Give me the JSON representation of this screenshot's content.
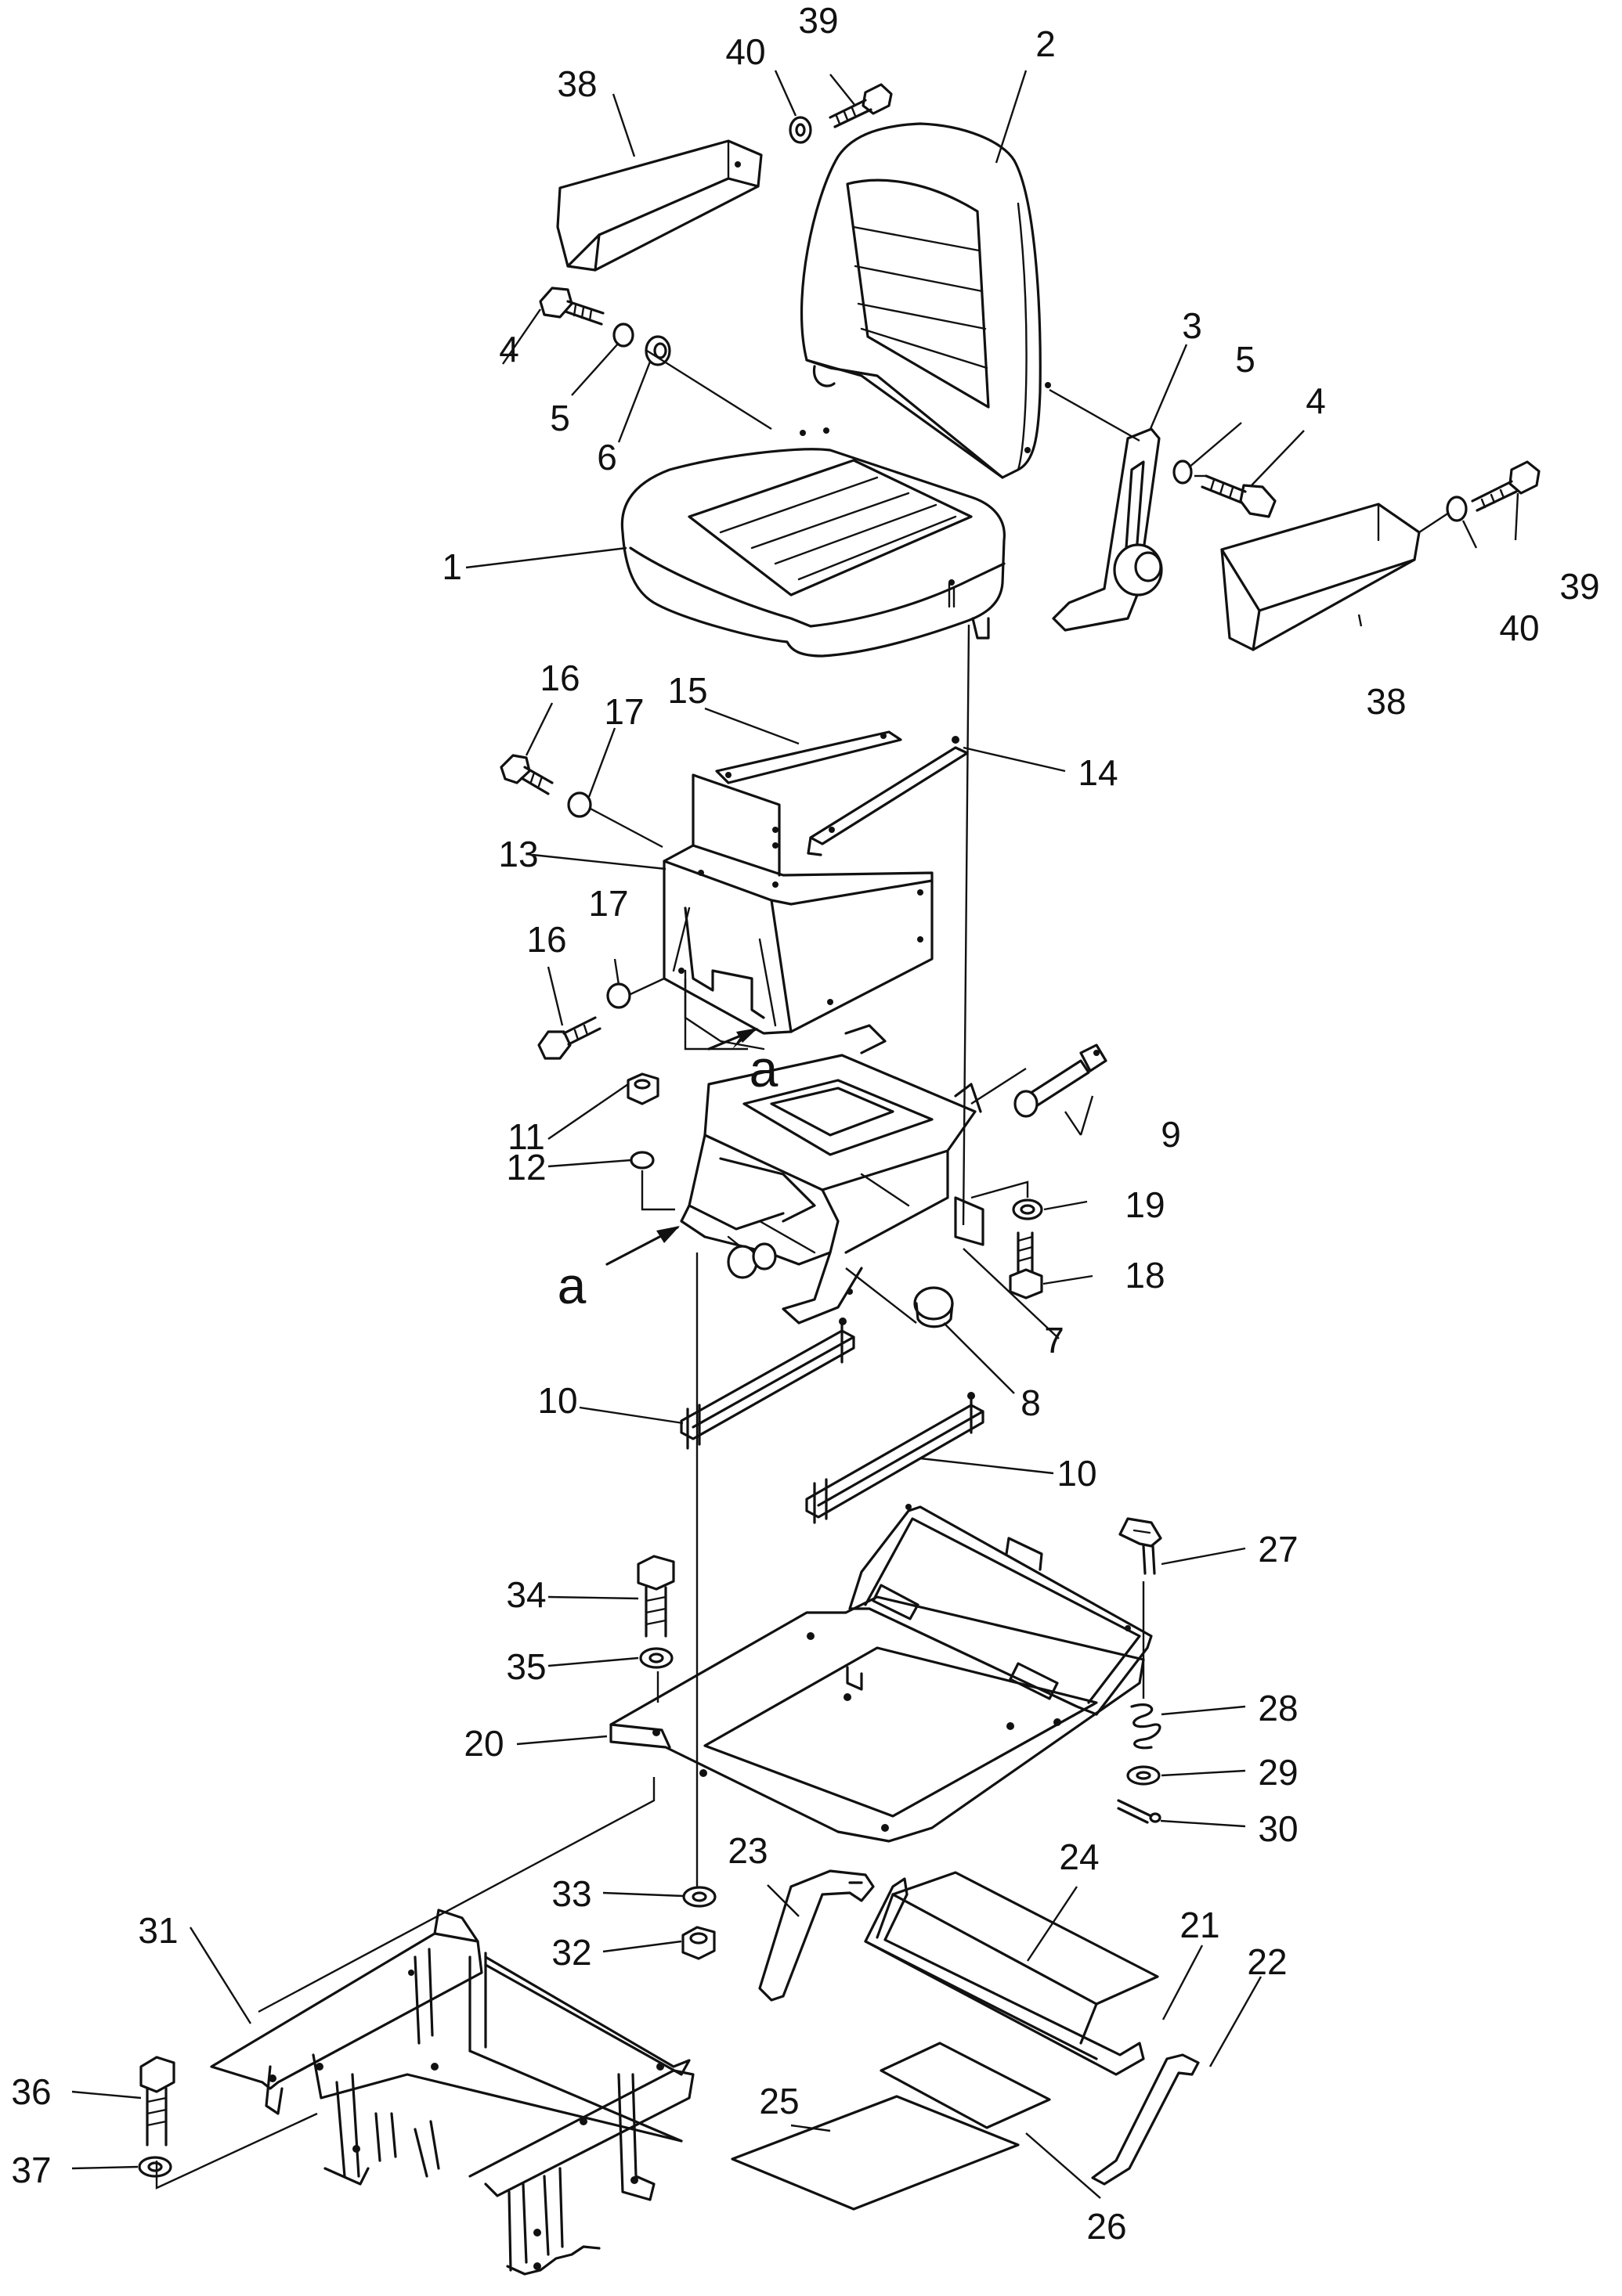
{
  "labels": {
    "l1": "1",
    "l2": "2",
    "l3": "3",
    "l4a": "4",
    "l4b": "4",
    "l5a": "5",
    "l5b": "5",
    "l6": "6",
    "l7": "7",
    "l8": "8",
    "l9": "9",
    "l10a": "10",
    "l10b": "10",
    "l11": "11",
    "l12": "12",
    "l13": "13",
    "l14": "14",
    "l15": "15",
    "l16a": "16",
    "l16b": "16",
    "l17a": "17",
    "l17b": "17",
    "l18": "18",
    "l19": "19",
    "l20": "20",
    "l21": "21",
    "l22": "22",
    "l23": "23",
    "l24": "24",
    "l25": "25",
    "l26": "26",
    "l27": "27",
    "l28": "28",
    "l29": "29",
    "l30": "30",
    "l31": "31",
    "l32": "32",
    "l33": "33",
    "l34": "34",
    "l35": "35",
    "l36": "36",
    "l37": "37",
    "l38a": "38",
    "l38b": "38",
    "l39a": "39",
    "l39b": "39",
    "l40a": "40",
    "l40b": "40",
    "view_a1": "a",
    "view_a2": "a"
  }
}
